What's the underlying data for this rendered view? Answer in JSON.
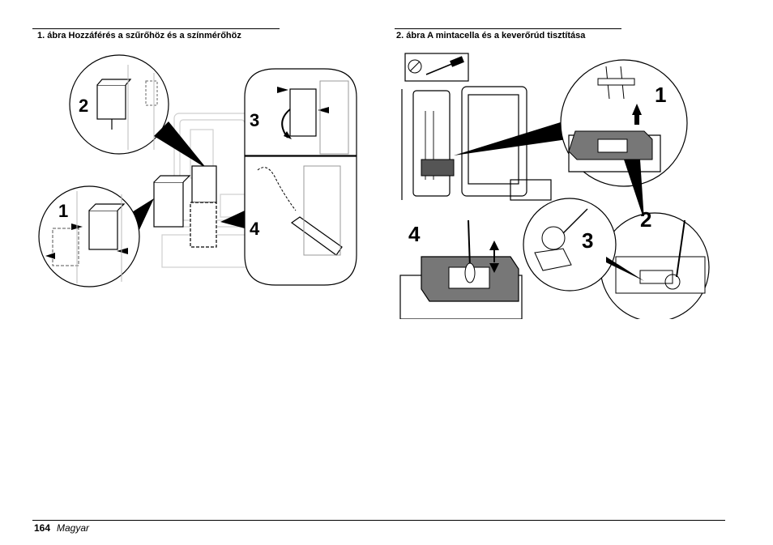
{
  "figure1": {
    "caption": "1. ábra  Hozzáférés a szűrőhöz és a színmérőhöz",
    "steps": [
      "1",
      "2",
      "3",
      "4"
    ]
  },
  "figure2": {
    "caption": "2. ábra  A mintacella és a keverőrúd tisztítása",
    "steps": [
      "1",
      "2",
      "3",
      "4"
    ]
  },
  "footer": {
    "page_number": "164",
    "language": "Magyar"
  }
}
